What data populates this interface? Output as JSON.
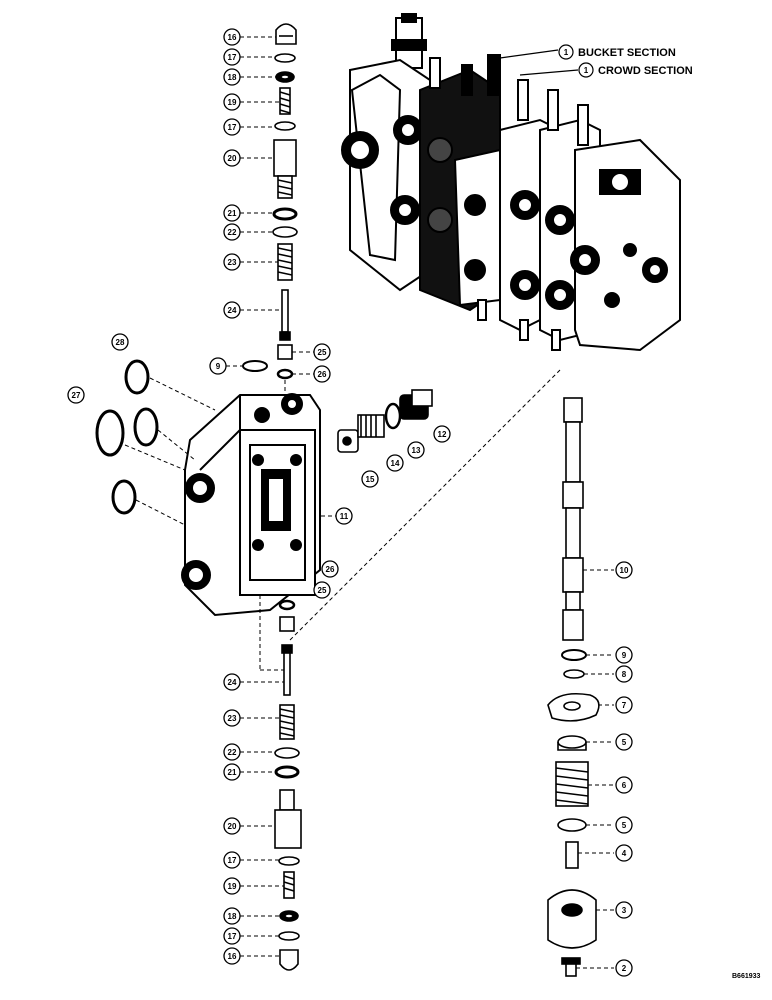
{
  "section_labels": [
    {
      "num": "1",
      "text": "BUCKET SECTION"
    },
    {
      "num": "1",
      "text": "CROWD SECTION"
    }
  ],
  "callouts": [
    "16",
    "17",
    "18",
    "19",
    "17",
    "20",
    "21",
    "22",
    "23",
    "24",
    "9",
    "25",
    "26",
    "28",
    "27",
    "12",
    "13",
    "14",
    "15",
    "11",
    "26",
    "25",
    "24",
    "23",
    "22",
    "21",
    "20",
    "17",
    "19",
    "18",
    "17",
    "16",
    "10",
    "9",
    "8",
    "7",
    "5",
    "6",
    "5",
    "4",
    "3",
    "2"
  ],
  "drawing_number": "B661933"
}
